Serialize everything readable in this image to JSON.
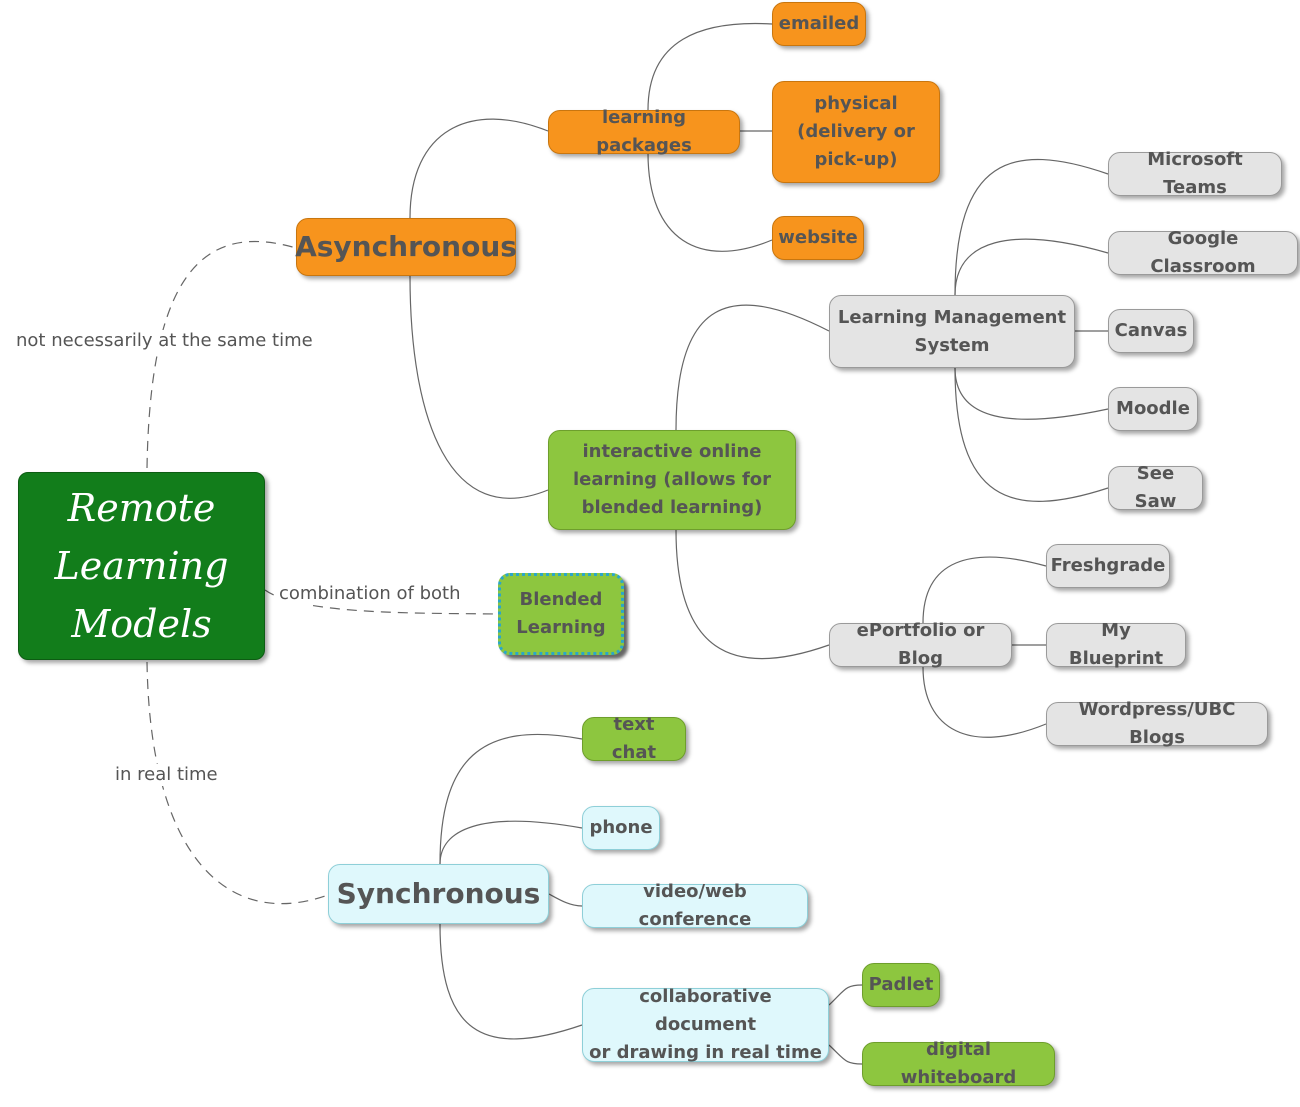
{
  "root": {
    "label": "Remote\nLearning\nModels"
  },
  "edge_labels": {
    "async": "not necessarily at the same time",
    "blended": "combination of both",
    "sync": "in real time"
  },
  "asynchronous": {
    "label": "Asynchronous",
    "learning_packages": {
      "label": "learning packages",
      "emailed": "emailed",
      "physical": "physical\n(delivery or\npick-up)",
      "website": "website"
    },
    "interactive_online": {
      "label": "interactive online\nlearning (allows for\nblended learning)",
      "lms": {
        "label": "Learning Management\nSystem",
        "microsoft_teams": "Microsoft Teams",
        "google_classroom": "Google Classroom",
        "canvas": "Canvas",
        "moodle": "Moodle",
        "see_saw": "See Saw"
      },
      "eportfolio": {
        "label": "ePortfolio or Blog",
        "freshgrade": "Freshgrade",
        "my_blueprint": "My Blueprint",
        "wordpress": "Wordpress/UBC Blogs"
      }
    }
  },
  "blended": {
    "label": "Blended\nLearning"
  },
  "synchronous": {
    "label": "Synchronous",
    "text_chat": "text chat",
    "phone": "phone",
    "video": "video/web conference",
    "collaborative": {
      "label": "collaborative document\nor drawing in real time",
      "padlet": "Padlet",
      "whiteboard": "digital whiteboard"
    }
  },
  "colors": {
    "root": "#127d1b",
    "asynchronous_branch": "#f7941d",
    "interactive_branch": "#8dc63f",
    "platform_nodes": "#e4e4e4",
    "synchronous_branch": "#dff8fc",
    "blended_border": "#2aa7c9",
    "text": "#555555"
  }
}
